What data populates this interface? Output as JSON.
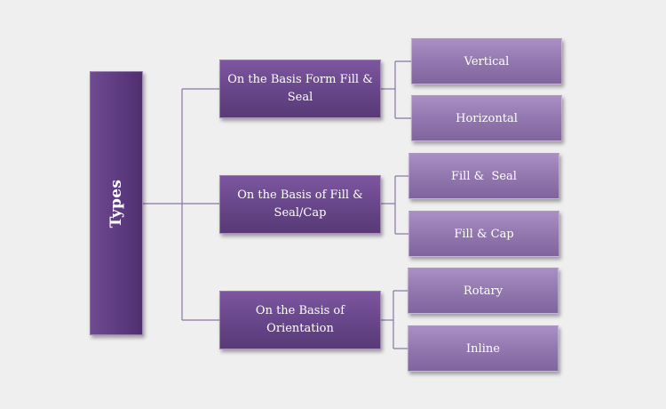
{
  "diagram": {
    "root": {
      "label": "Types"
    },
    "categories": [
      {
        "label": "On the Basis Form Fill & Seal",
        "children": [
          "Vertical",
          "Horizontal"
        ]
      },
      {
        "label": "On the Basis of Fill & Seal/Cap",
        "children": [
          "Fill &  Seal",
          "Fill & Cap"
        ]
      },
      {
        "label": "On the Basis of Orientation",
        "children": [
          "Rotary",
          "Inline"
        ]
      }
    ],
    "colors": {
      "background": "#efefef",
      "root_fill": "#5e3b80",
      "category_fill": "#674589",
      "leaf_fill": "#9378b0",
      "connector": "#8a74a8",
      "text": "#ffffff"
    }
  }
}
